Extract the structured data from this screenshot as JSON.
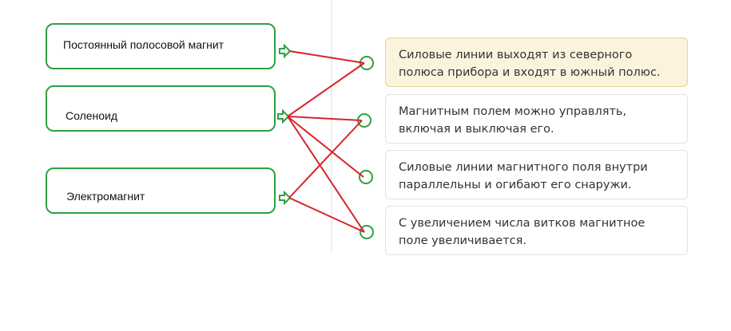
{
  "left_items": [
    {
      "label": "Постоянный полосовой магнит"
    },
    {
      "label": "Соленоид"
    },
    {
      "label": "Электромагнит"
    }
  ],
  "right_items": [
    {
      "text": "Силовые линии выходят из северного полюса прибора и входят в южный полюс.",
      "highlighted": true
    },
    {
      "text": "Магнитным полем можно управлять, включая и выключая его.",
      "highlighted": false
    },
    {
      "text": "Силовые линии магнитного поля внутри параллельны и огибают его снаружи.",
      "highlighted": false
    },
    {
      "text": "С увеличением числа витков магнитное поле увеличивается.",
      "highlighted": false
    }
  ],
  "connections": [
    [
      0,
      0
    ],
    [
      1,
      0
    ],
    [
      1,
      1
    ],
    [
      1,
      2
    ],
    [
      1,
      3
    ],
    [
      2,
      1
    ],
    [
      2,
      3
    ]
  ],
  "colors": {
    "box_border": "#2ea043",
    "line": "#d9232a",
    "highlight_bg": "#fbf3dc"
  }
}
